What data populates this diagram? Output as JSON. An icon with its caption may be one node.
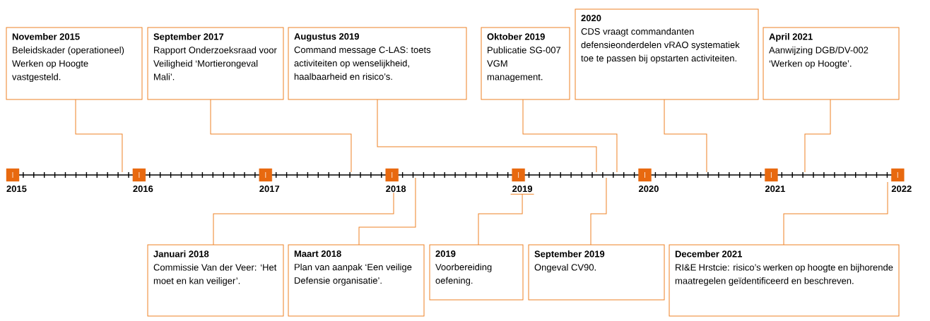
{
  "diagram": {
    "nodes": [
      {
        "text": [
          "November 2015",
          "Beleidskader (operationeel) Werken op Hoogte vastgesteld."
        ]
      },
      {
        "text": [
          "September 2017",
          "Rapport Onderzoeksraad voor Veiligheid ‘Mortierongeval Mali’."
        ]
      },
      {
        "text": [
          "Augustus 2019",
          "Command message C-LAS: toets activiteiten op wenselijkheid, haalbaarheid en risico’s."
        ]
      },
      {
        "text": [
          "Oktober 2019",
          "Publicatie SG-007 VGM management."
        ]
      },
      {
        "text": [
          "2020",
          "CDS vraagt commandanten defensieonderdelen vRAO systematiek toe te passen bij opstarten activiteiten."
        ]
      },
      {
        "text": [
          "April 2021",
          "Aanwijzing DGB/DV-002 ‘Werken op Hoogte’."
        ]
      },
      {
        "text": [],
        "shape": "bar"
      },
      {
        "text": [
          "2015"
        ]
      },
      {
        "text": [
          "2016"
        ]
      },
      {
        "text": [
          "2017"
        ]
      },
      {
        "text": [
          "2018"
        ]
      },
      {
        "text": [
          "2019"
        ]
      },
      {
        "text": [
          "2020"
        ]
      },
      {
        "text": [
          "2021"
        ]
      },
      {
        "text": [
          "2022"
        ]
      },
      {
        "text": [
          "Januari 2018",
          "Commissie Van der Veer: ‘Het moet en kan veiliger’."
        ]
      },
      {
        "text": [
          "Maart 2018",
          "Plan van aanpak ‘Een veilige Defensie organisatie’."
        ]
      },
      {
        "text": [
          "2019",
          "Voorbereiding oefening."
        ]
      },
      {
        "text": [
          "September 2019",
          "Ongeval CV90."
        ]
      },
      {
        "text": [
          "December 2021",
          "RI&E Hrstcie: risico’s werken op hoogte en bijhorende maatregelen geïdentificeerd en beschreven."
        ]
      }
    ],
    "edges": [
      {
        "from": 0,
        "to": 6,
        "arrow": "none"
      },
      {
        "from": 1,
        "to": 6,
        "arrow": "none"
      },
      {
        "from": 2,
        "to": 6,
        "arrow": "none"
      },
      {
        "from": 3,
        "to": 6,
        "arrow": "none"
      },
      {
        "from": 4,
        "to": 6,
        "arrow": "none"
      },
      {
        "from": 5,
        "to": 6,
        "arrow": "none"
      },
      {
        "from": 15,
        "to": 10,
        "arrow": "none"
      },
      {
        "from": 16,
        "to": 6,
        "arrow": "none"
      },
      {
        "from": 17,
        "to": 11,
        "arrow": "none"
      },
      {
        "from": 18,
        "to": 6,
        "arrow": "none"
      },
      {
        "from": 19,
        "to": 14,
        "arrow": "none"
      }
    ]
  }
}
